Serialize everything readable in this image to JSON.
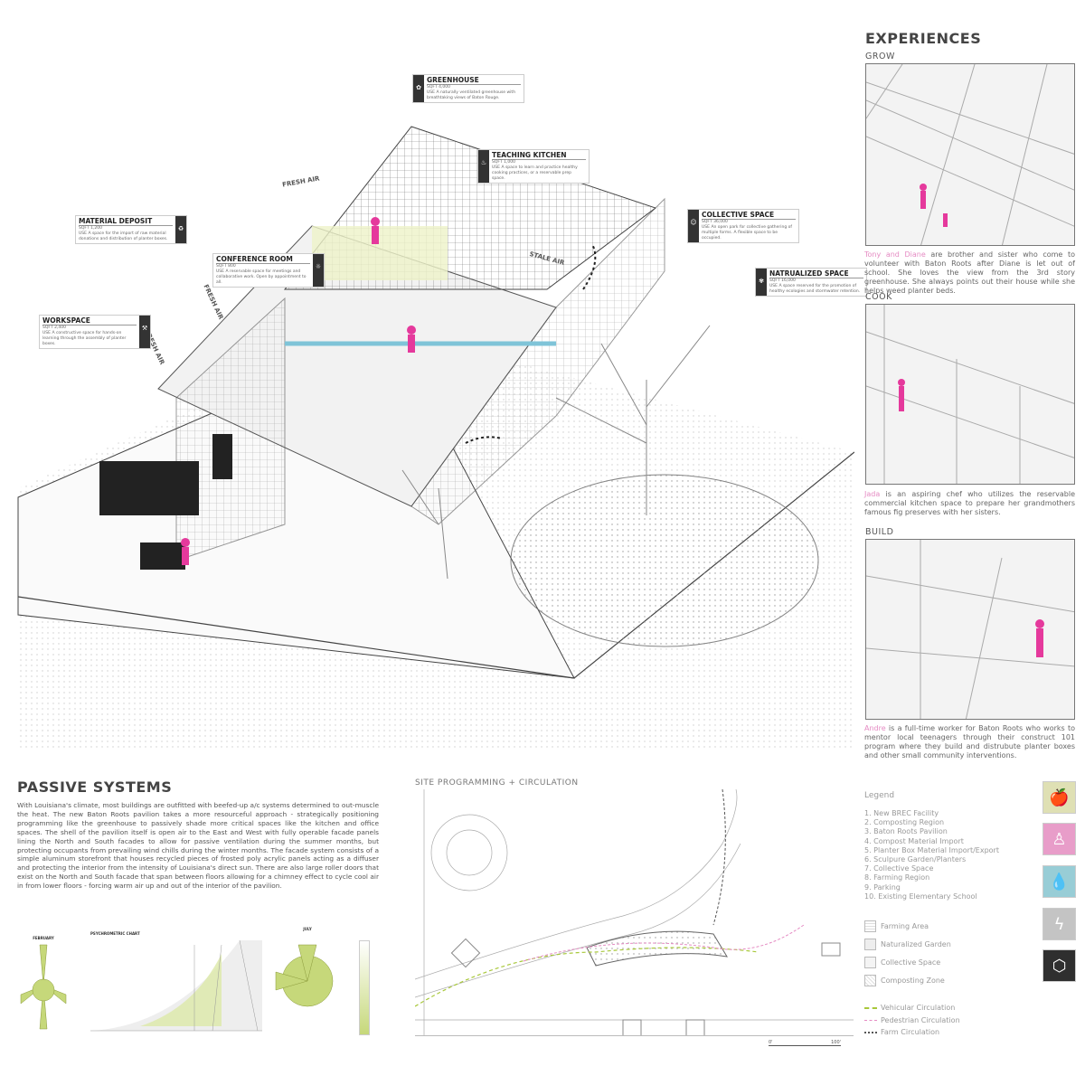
{
  "experiences": {
    "title": "EXPERIENCES",
    "grow": {
      "label": "GROW",
      "name": "Tony and Diane",
      "text": " are brother and sister who come to volunteer with Baton Roots after Diane is let out of school. She loves the view from the 3rd story greenhouse. She always points out their house while she helps weed planter beds."
    },
    "cook": {
      "label": "COOK",
      "name": "Jada",
      "text": " is an aspiring chef who utilizes the reservable commercial kitchen space to prepare her grandmothers famous fig preserves with her sisters."
    },
    "build": {
      "label": "BUILD",
      "name": "Andre",
      "text": " is a full-time worker for Baton Roots who works to mentor local teenagers through their construct 101 program where they build and distrubute planter boxes and other small community interventions."
    }
  },
  "tags": [
    {
      "title": "GREENHOUSE",
      "sqft": "4,000",
      "use": "A naturally ventilated greenhouse with breathtaking views of Baton Rouge."
    },
    {
      "title": "TEACHING KITCHEN",
      "sqft": "1,000",
      "use": "A space to learn and practice healthy cooking practices, or a reservable prep space."
    },
    {
      "title": "MATERIAL DEPOSIT",
      "sqft": "1,200",
      "use": "A space for the import of raw material donations and distribution of planter boxes."
    },
    {
      "title": "CONFERENCE ROOM",
      "sqft": "800",
      "use": "A reservable space for meetings and collaborative work. Open by appointment to all."
    },
    {
      "title": "COLLECTIVE SPACE",
      "sqft": "36,000",
      "use": "An open park for collective gathering of multiple forms. A flexible space to be occupied."
    },
    {
      "title": "NATRUALIZED SPACE",
      "sqft": "16,000",
      "use": "A space reserved for the promotion of healthy ecologies and stormwater retention."
    },
    {
      "title": "WORKSPACE",
      "sqft": "2,400",
      "use": "A constructive space for hands-on learning through the assembly of planter boxes."
    }
  ],
  "tag_labels": {
    "sqft": "SQFT",
    "use": "USE"
  },
  "airflow": {
    "fresh": "FRESH AIR",
    "stale": "STALE AIR"
  },
  "passive": {
    "title": "PASSIVE SYSTEMS",
    "text": "With Louisiana's climate, most buildings are outfitted with beefed-up a/c systems determined to out-muscle the heat. The new Baton Roots pavilion takes a more resourceful approach - strategically positioning programming like the greenhouse to passively shade more critical spaces like the kitchen and office spaces. The shell of the pavilion itself is open air to the East and West with fully operable facade panels lining the North and South facades to allow for passive ventilation during the summer months, but protecting occupants from prevailing wind chills during the winter months.  The facade system consists of a simple aluminum storefront that houses recycled pieces of frosted poly acrylic panels acting as a diffuser and protecting the interior from the intensity of Louisiana's direct sun. There are also large roller doors that exist on the North and South facade that span between floors allowing for a chimney effect to cycle cool air in from lower floors - forcing warm air up and out of the interior of the pavilion.",
    "feb": "FEBRUARY",
    "psy": "PSYCHROMETRIC CHART",
    "july": "JULY"
  },
  "site": {
    "title": "SITE PROGRAMMING + CIRCULATION",
    "scale": [
      "0'",
      "100'"
    ],
    "legend_title": "Legend",
    "items": [
      "1. New BREC Facility",
      "2. Composting Region",
      "3. Baton Roots Pavilion",
      "4. Compost Material Import",
      "5. Planter Box Material Import/Export",
      "6. Sculpure Garden/Planters",
      "7. Collective Space",
      "8. Farming Region",
      "9. Parking",
      "10. Existing Elementary School"
    ],
    "zones": [
      "Farming Area",
      "Naturalized Garden",
      "Collective Space",
      "Composting Zone"
    ],
    "circulation": [
      {
        "label": "Vehicular Circulation",
        "color": "#a8c83a"
      },
      {
        "label": "Pedestrian Circulation",
        "color": "#e58bc3"
      },
      {
        "label": "Farm Circulation",
        "color": "#555555"
      }
    ]
  },
  "icons": [
    {
      "name": "food-icon",
      "color": "#dfe0b4"
    },
    {
      "name": "person-icon",
      "color": "#e89dc9"
    },
    {
      "name": "water-drop-icon",
      "color": "#98cdd6"
    },
    {
      "name": "lightning-icon",
      "color": "#c4c4c4"
    },
    {
      "name": "box-icon",
      "color": "#2f2f2f"
    }
  ]
}
